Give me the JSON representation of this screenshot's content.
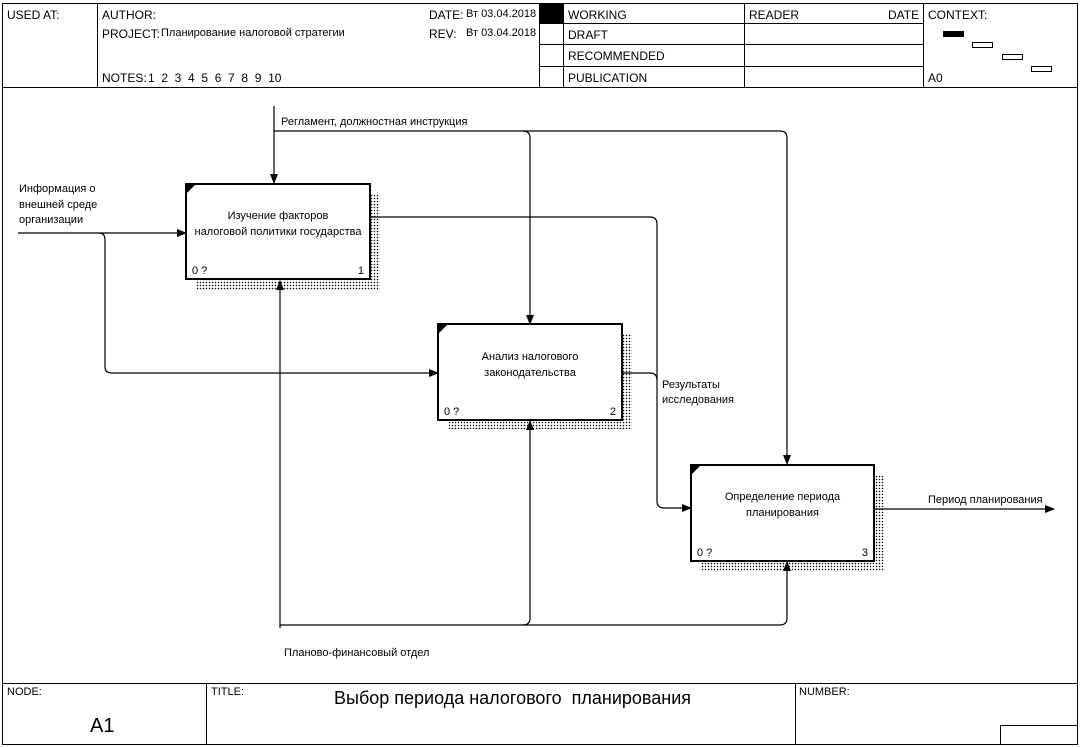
{
  "header": {
    "used_at": "USED AT:",
    "author_label": "AUTHOR:",
    "project_label": "PROJECT:",
    "project_value": "Планирование налоговой стратегии",
    "date_label": "DATE:",
    "date_value": "Вт 03.04.2018",
    "rev_label": "REV:",
    "rev_value": "Вт 03.04.2018",
    "notes_label": "NOTES:",
    "notes_values": "1  2  3  4  5  6  7  8  9  10",
    "status": [
      "WORKING",
      "DRAFT",
      "RECOMMENDED",
      "PUBLICATION"
    ],
    "reader_label": "READER",
    "reader_date_label": "DATE",
    "context_label": "CONTEXT:",
    "context_node": "A0"
  },
  "boxes": [
    {
      "title_line1": "Изучение факторов",
      "title_line2": "налоговой политики государства",
      "cost": "0 ?",
      "number": "1"
    },
    {
      "title_line1": "Анализ налогового",
      "title_line2": "законодательства",
      "cost": "0 ?",
      "number": "2"
    },
    {
      "title_line1": "Определение периода",
      "title_line2": "планирования",
      "cost": "0 ?",
      "number": "3"
    }
  ],
  "arrows": {
    "control_label": "Регламент, должностная инструкция",
    "input_line1": "Информация о",
    "input_line2": "внешней среде",
    "input_line3": "организации",
    "results_line1": "Результаты",
    "results_line2": "исследования",
    "output_label": "Период планирования",
    "mechanism_label": "Планово-финансовый отдел"
  },
  "footer": {
    "node_label": "NODE:",
    "node_value": "A1",
    "title_label": "TITLE:",
    "title_value": "Выбор периода налогового  планирования",
    "number_label": "NUMBER:"
  }
}
